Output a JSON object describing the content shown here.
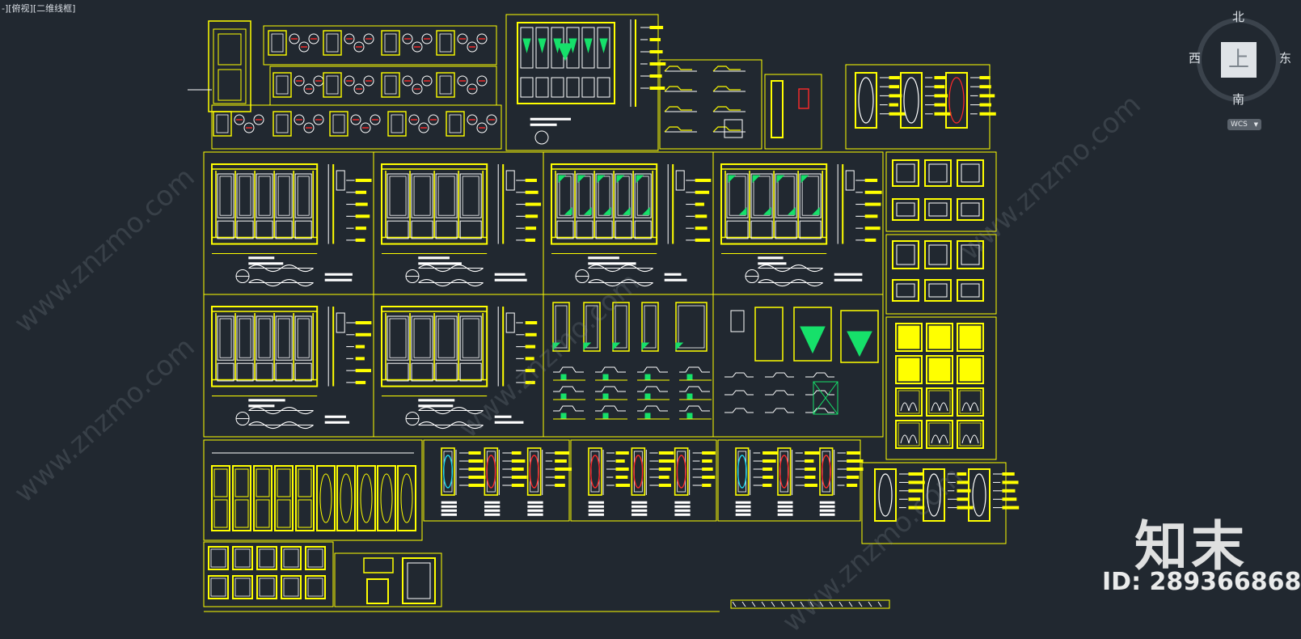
{
  "viewport": {
    "label": "-][俯视][二维线框]"
  },
  "viewcube": {
    "north": "北",
    "south": "南",
    "west": "西",
    "east": "东",
    "face": "上",
    "wcs_label": "WCS"
  },
  "watermark": {
    "brand": "知末",
    "id_text": "ID: 289366868",
    "site": "www.znzmo.com"
  },
  "colors": {
    "background": "#212830",
    "line_yellow": "#ffff00",
    "line_white": "#ffffff",
    "accent_green": "#16e06a",
    "accent_red": "#ff2a2a",
    "accent_cyan": "#20d8f0"
  }
}
